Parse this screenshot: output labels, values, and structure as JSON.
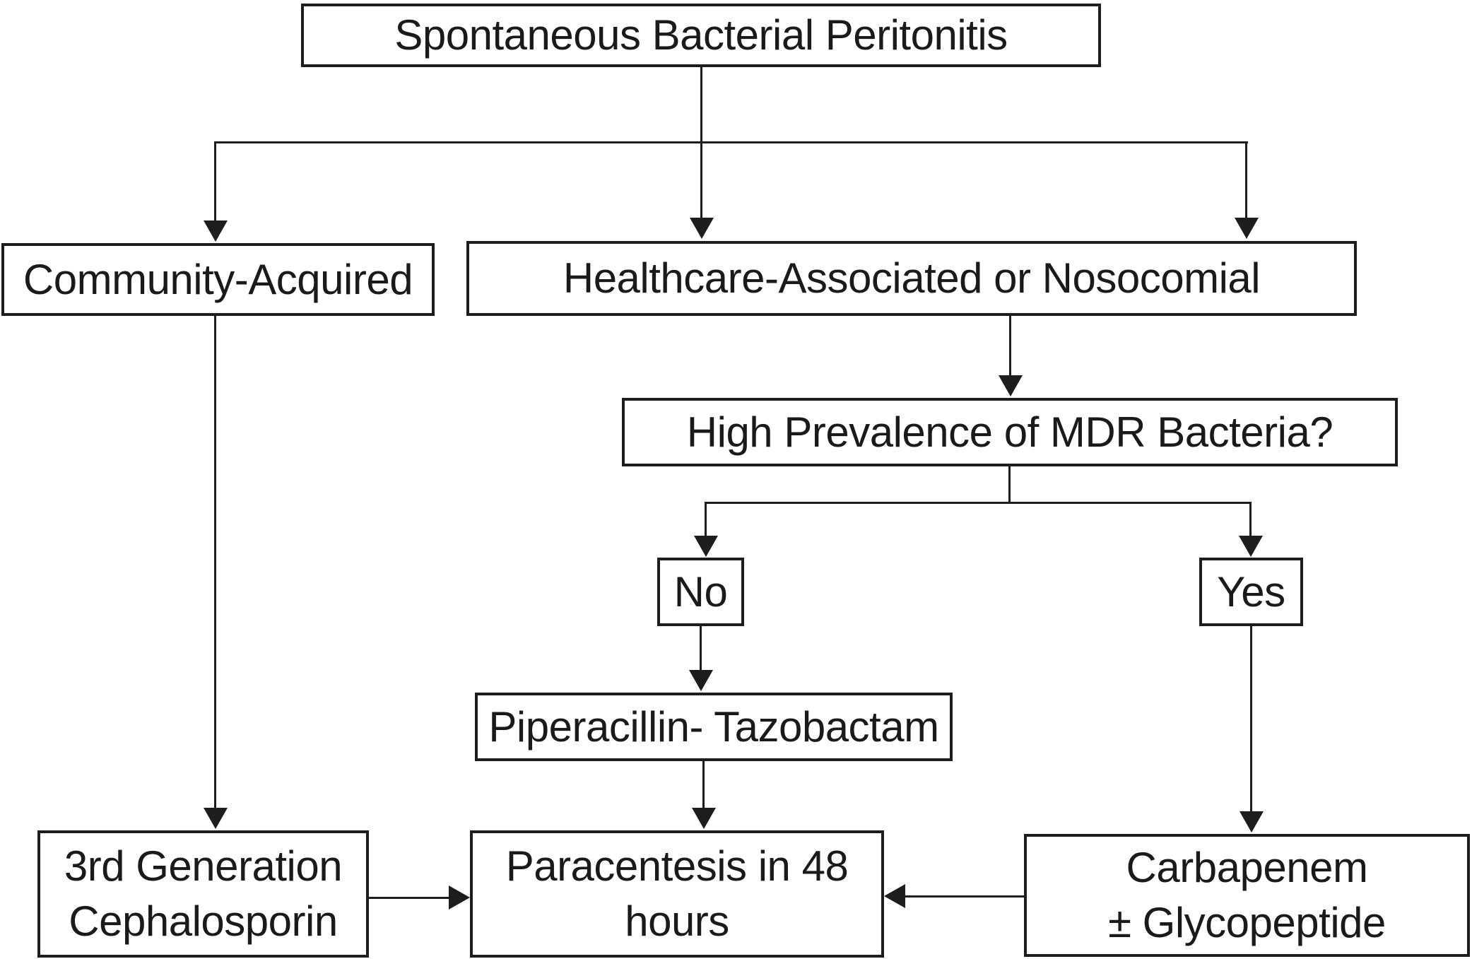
{
  "diagram": {
    "type": "flowchart",
    "colors": {
      "ink": "#1d1d1b",
      "background": "#ffffff",
      "box_fill": "#ffffff",
      "text": "#1a1a1a"
    },
    "nodes": {
      "sbp": {
        "label": "Spontaneous Bacterial Peritonitis"
      },
      "community": {
        "label": "Community-Acquired"
      },
      "healthcare": {
        "label": "Healthcare-Associated or Nosocomial"
      },
      "mdr": {
        "label": "High Prevalence of MDR Bacteria?"
      },
      "no": {
        "label": "No"
      },
      "yes": {
        "label": "Yes"
      },
      "piptazo": {
        "label": "Piperacillin- Tazobactam"
      },
      "cephalosporin": {
        "label": "3rd Generation\nCephalosporin"
      },
      "paracentesis": {
        "label": "Paracentesis in 48\nhours"
      },
      "carbapenem": {
        "label": "Carbapenem\n± Glycopeptide"
      }
    },
    "edges": [
      {
        "from": "Spontaneous Bacterial Peritonitis",
        "to": "Community-Acquired"
      },
      {
        "from": "Spontaneous Bacterial Peritonitis",
        "to": "Healthcare-Associated or Nosocomial"
      },
      {
        "from": "Healthcare-Associated or Nosocomial",
        "to": "High Prevalence of MDR Bacteria?"
      },
      {
        "from": "High Prevalence of MDR Bacteria?",
        "to": "No"
      },
      {
        "from": "High Prevalence of MDR Bacteria?",
        "to": "Yes"
      },
      {
        "from": "No",
        "to": "Piperacillin- Tazobactam"
      },
      {
        "from": "Yes",
        "to": "Carbapenem ± Glycopeptide"
      },
      {
        "from": "Piperacillin- Tazobactam",
        "to": "Paracentesis in 48 hours"
      },
      {
        "from": "Community-Acquired",
        "to": "3rd Generation Cephalosporin"
      },
      {
        "from": "3rd Generation Cephalosporin",
        "to": "Paracentesis in 48 hours"
      },
      {
        "from": "Carbapenem ± Glycopeptide",
        "to": "Paracentesis in 48 hours"
      }
    ]
  }
}
